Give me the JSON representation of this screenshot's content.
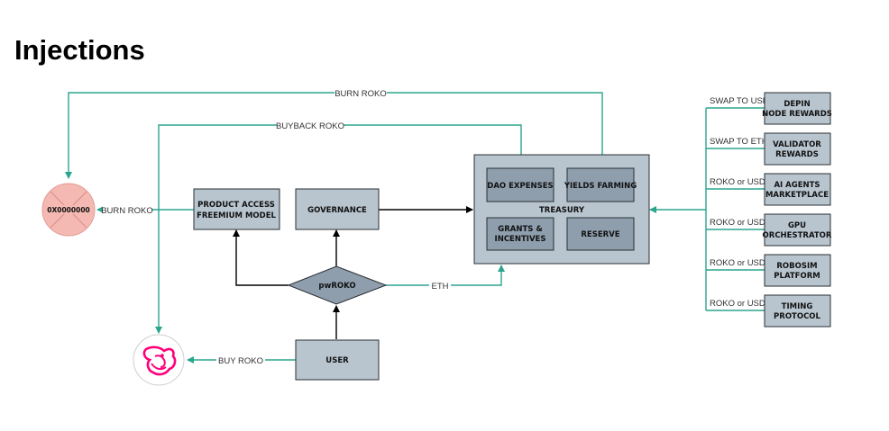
{
  "title": "Injections",
  "nodes": {
    "burn_address": "0X0000000",
    "product_access": [
      "PRODUCT ACCESS",
      "FREEMIUM MODEL"
    ],
    "governance": "GOVERNANCE",
    "treasury": "TREASURY",
    "dao_expenses": "DAO EXPENSES",
    "yields_farming": "YIELDS FARMING",
    "grants": [
      "GRANTS &",
      "INCENTIVES"
    ],
    "reserve": "RESERVE",
    "pwroko": "pwROKO",
    "user": "USER",
    "depin": [
      "DEPIN",
      "NODE REWARDS"
    ],
    "validator": [
      "VALIDATOR",
      "REWARDS"
    ],
    "ai_agents": [
      "AI AGENTS",
      "MARKETPLACE"
    ],
    "gpu": [
      "GPU",
      "ORCHESTRATOR"
    ],
    "robosim": [
      "ROBOSIM",
      "PLATFORM"
    ],
    "timing": [
      "TIMING",
      "PROTOCOL"
    ]
  },
  "edge_labels": {
    "burn_roko_top": "BURN ROKO",
    "buyback_roko": "BUYBACK ROKO",
    "burn_roko_left": "BURN ROKO",
    "eth": "ETH",
    "buy_roko": "BUY ROKO",
    "swap_usdt": "SWAP TO USDT",
    "swap_eth": "SWAP TO ETH",
    "roko_usd_1": "ROKO or USD",
    "roko_usd_2": "ROKO or USD",
    "roko_usd_3": "ROKO or USD",
    "roko_usd_4": "ROKO or USD"
  },
  "colors": {
    "flow_green": "#2aa58e",
    "box_fill": "#b8c5cf",
    "inner_box_fill": "#8e9ead",
    "burn_circle": "#f4b9b2",
    "unicorn_pink": "#ff007a"
  },
  "icons": {
    "burn": "x-circle-icon",
    "dex": "uniswap-unicorn-icon"
  }
}
